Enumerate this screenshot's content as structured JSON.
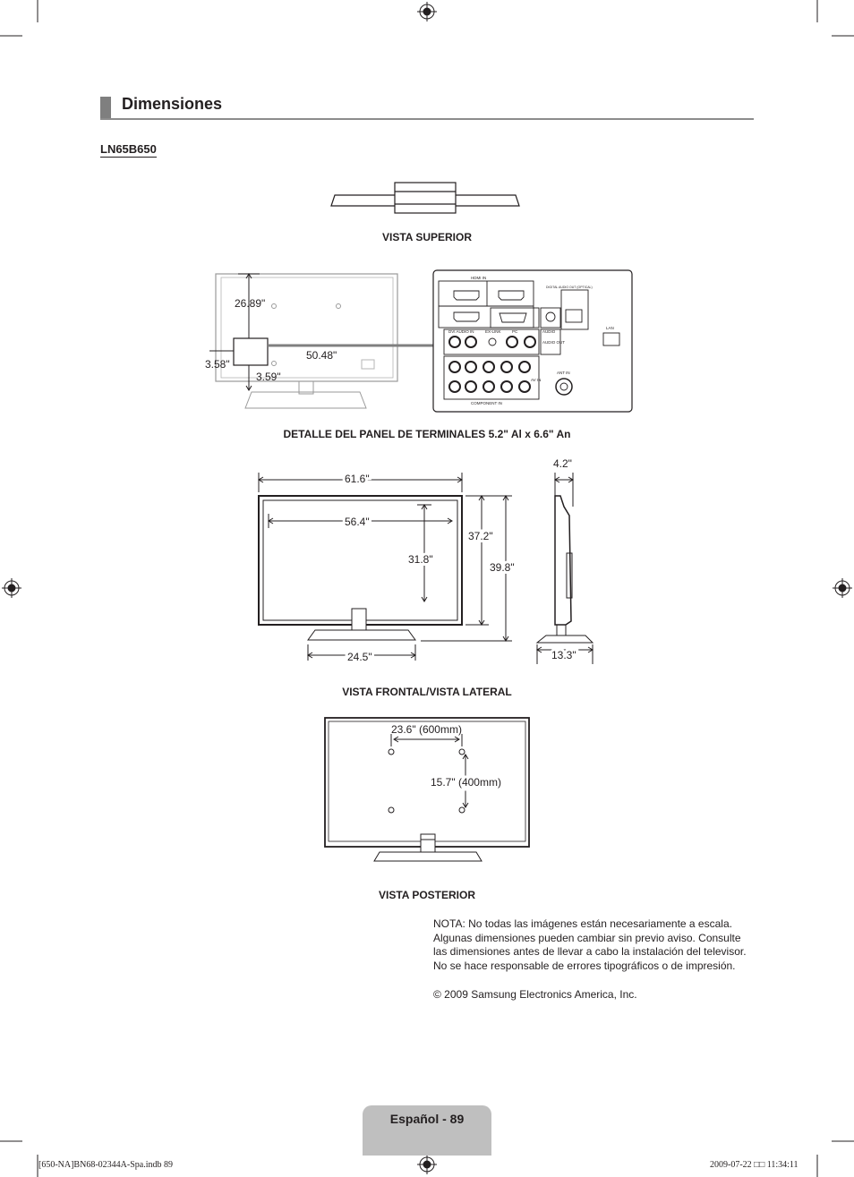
{
  "section": {
    "title": "Dimensiones"
  },
  "model": "LN65B650",
  "captions": {
    "top": "VISTA SUPERIOR",
    "panel": "DETALLE DEL PANEL DE TERMINALES 5.2\" Al x 6.6\" An",
    "front_side": "VISTA FRONTAL/VISTA LATERAL",
    "rear": "VISTA POSTERIOR"
  },
  "panel_dims": {
    "height": "26.89\"",
    "width": "50.48\"",
    "left": "3.58\"",
    "bottom": "3.59\""
  },
  "front_dims": {
    "overall_width": "61.6\"",
    "screen_width": "56.4\"",
    "screen_height": "31.8\"",
    "body_height": "37.2\"",
    "overall_height": "39.8\"",
    "stand_width": "24.5\""
  },
  "side_dims": {
    "depth": "4.2\"",
    "stand_depth": "13.3\""
  },
  "rear_dims": {
    "horizontal": "23.6\" (600mm)",
    "vertical": "15.7\" (400mm)"
  },
  "connectors": {
    "hdmi_in": "HDMI IN",
    "digital_audio_out": "DIGITAL AUDIO OUT (OPTICAL)",
    "lan": "LAN",
    "dvi_audio_in": "DVI AUDIO IN",
    "ex_link": "EX-LINK",
    "pc": "PC",
    "audio": "AUDIO",
    "audio_out": "AUDIO OUT",
    "ant_in": "ANT IN",
    "av_in": "AV IN",
    "component_in": "COMPONENT IN"
  },
  "note": "NOTA: No todas las imágenes están necesariamente a escala. Algunas dimensiones pueden cambiar sin previo aviso. Consulte las dimensiones antes de llevar a cabo la instalación del televisor. No se hace responsable de errores tipográficos o de impresión.",
  "copyright": "© 2009 Samsung Electronics America, Inc.",
  "page": {
    "label": "Español - 89"
  },
  "footer": {
    "file": "[650-NA]BN68-02344A-Spa.indb   89",
    "timestamp": "2009-07-22   □□ 11:34:11"
  }
}
